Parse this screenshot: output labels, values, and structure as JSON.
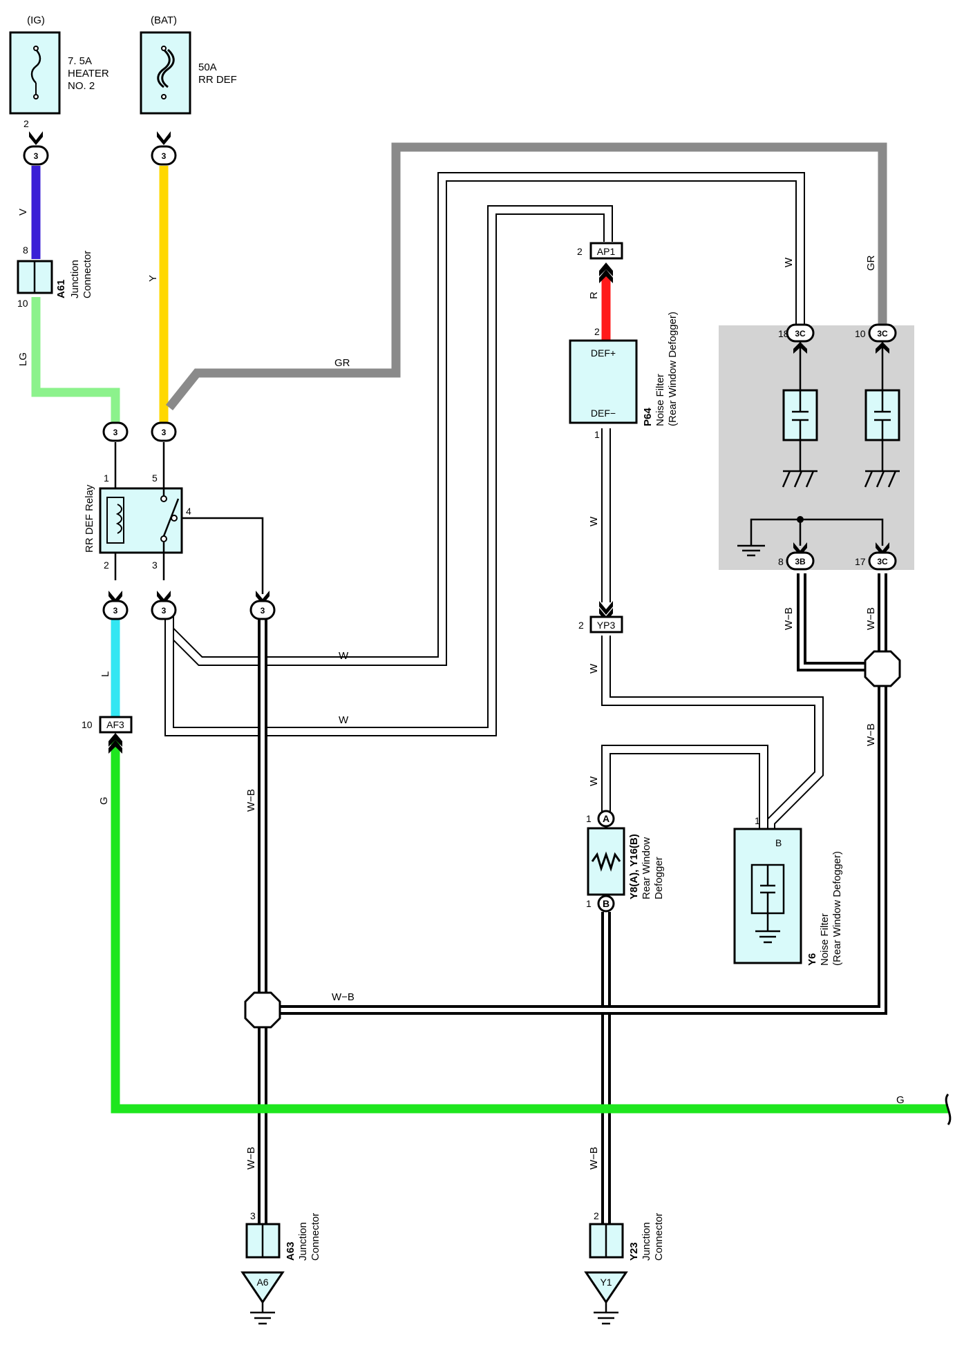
{
  "colors": {
    "violet": "#3a1fd6",
    "yellow": "#ffd800",
    "light_green": "#8cf28c",
    "gray": "#8a8a8a",
    "red": "#ff1a1a",
    "light_blue": "#33e6f2",
    "green": "#1ee61e",
    "component_fill": "#d9fafa",
    "ground_box": "#d3d3d3"
  },
  "header": {
    "ig": "(IG)",
    "bat": "(BAT)"
  },
  "fuse_heater": {
    "line1": "7. 5A",
    "line2": "HEATER",
    "line3": "NO. 2"
  },
  "fuse_rrdef": {
    "line1": "50A",
    "line2": "RR DEF"
  },
  "junction_a61": {
    "code": "A61",
    "line1": "Junction",
    "line2": "Connector",
    "pin_top": "8",
    "pin_bottom": "10"
  },
  "relay": {
    "name": "RR DEF Relay",
    "pin1": "1",
    "pin2": "2",
    "pin3": "3",
    "pin4": "4",
    "pin5": "5"
  },
  "af3": {
    "code": "AF3",
    "pin": "10"
  },
  "ap1": {
    "code": "AP1",
    "pin": "2"
  },
  "yp3": {
    "code": "YP3",
    "pin": "2"
  },
  "p64": {
    "code": "P64",
    "line1": "Noise Filter",
    "line2": "(Rear Window Defogger)",
    "term_plus": "DEF+",
    "term_minus": "DEF−",
    "pin_top": "2",
    "pin_bottom": "1"
  },
  "y8": {
    "code": "Y8(A), Y16(B)",
    "line1": "Rear Window",
    "line2": "Defogger",
    "pin_a": "1",
    "pin_b": "1",
    "term_a": "A",
    "term_b": "B"
  },
  "y6": {
    "code": "Y6",
    "line1": "Noise Filter",
    "line2": "(Rear Window Defogger)",
    "pin": "1",
    "term": "B"
  },
  "a63": {
    "code": "A63",
    "line1": "Junction",
    "line2": "Connector",
    "pin": "3",
    "ground": "A6"
  },
  "y23": {
    "code": "Y23",
    "line1": "Junction",
    "line2": "Connector",
    "pin": "2",
    "ground": "Y1"
  },
  "connectors": {
    "c3": "3",
    "c3c": "3C",
    "c3b": "3B",
    "p18": "18",
    "p10": "10",
    "p8": "8",
    "p17": "17"
  },
  "wires": {
    "v": "V",
    "y": "Y",
    "lg": "LG",
    "gr": "GR",
    "w": "W",
    "r": "R",
    "l": "L",
    "g": "G",
    "wb": "W−B"
  }
}
